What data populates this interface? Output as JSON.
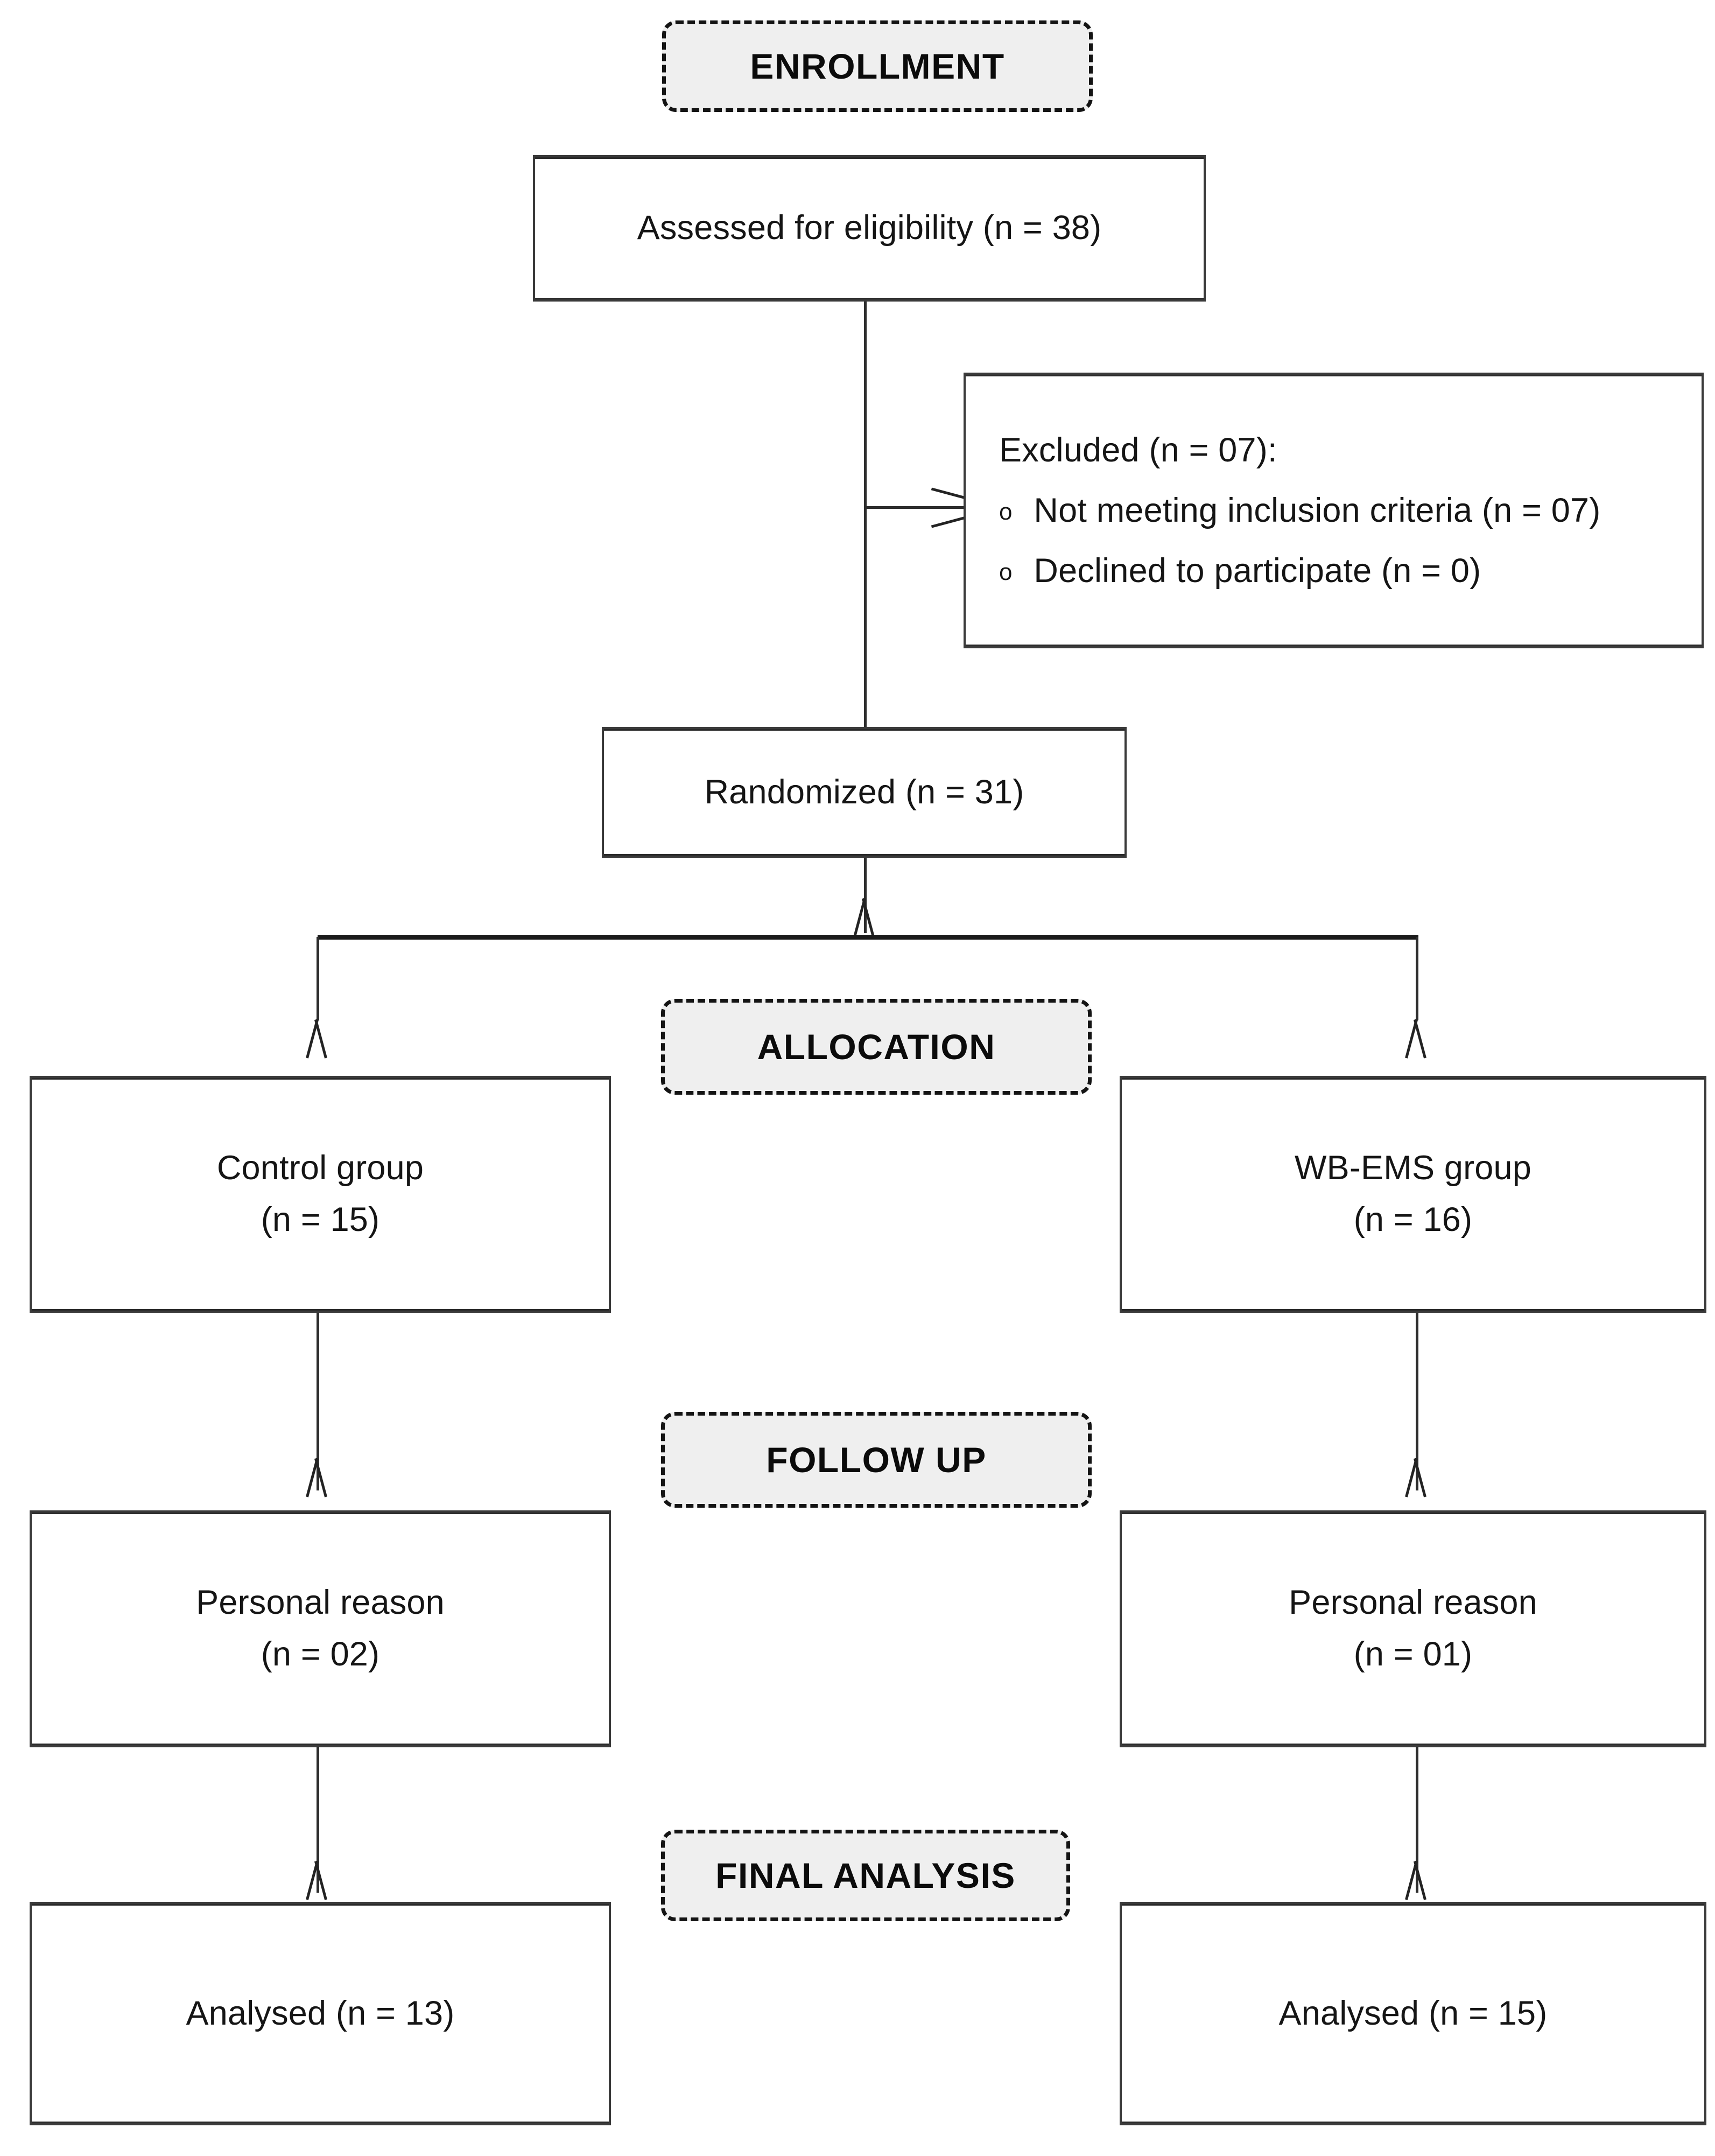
{
  "diagram": {
    "title": "CONSORT participant flow diagram",
    "colors": {
      "box_border": "#3a3a3a",
      "stage_fill": "#efefef",
      "stage_border": "#141414",
      "connector": "#2d2d2d",
      "background": "#ffffff"
    }
  },
  "stages": {
    "enrollment": "ENROLLMENT",
    "allocation": "ALLOCATION",
    "follow_up": "FOLLOW UP",
    "final_analysis": "FINAL ANALYSIS"
  },
  "nodes": {
    "assessed": {
      "lines": [
        "Assessed for eligibility (n = 38)"
      ]
    },
    "excluded": {
      "heading": "Excluded (n = 07):",
      "bullet_symbol": "o",
      "bullets": [
        "Not meeting inclusion criteria (n = 07)",
        "Declined to participate (n = 0)"
      ]
    },
    "randomized": {
      "lines": [
        "Randomized (n = 31)"
      ]
    },
    "control_group": {
      "lines": [
        "Control group",
        "(n = 15)"
      ]
    },
    "wbems_group": {
      "lines": [
        "WB-EMS group",
        "(n = 16)"
      ]
    },
    "control_followup": {
      "lines": [
        "Personal reason",
        "(n = 02)"
      ]
    },
    "wbems_followup": {
      "lines": [
        "Personal reason",
        "(n = 01)"
      ]
    },
    "control_analysed": {
      "lines": [
        "Analysed (n = 13)"
      ]
    },
    "wbems_analysed": {
      "lines": [
        "Analysed (n = 15)"
      ]
    }
  },
  "chart_data": {
    "type": "diagram",
    "title": "CONSORT flow of participants",
    "stages": [
      "ENROLLMENT",
      "ALLOCATION",
      "FOLLOW UP",
      "FINAL ANALYSIS"
    ],
    "counts": {
      "assessed_for_eligibility": 38,
      "excluded_total": 7,
      "not_meeting_inclusion_criteria": 7,
      "declined_to_participate": 0,
      "randomized": 31,
      "control_group_allocated": 15,
      "wbems_group_allocated": 16,
      "control_lost_personal_reason": 2,
      "wbems_lost_personal_reason": 1,
      "control_analysed": 13,
      "wbems_analysed": 15
    },
    "arms": [
      "Control group",
      "WB-EMS group"
    ]
  }
}
